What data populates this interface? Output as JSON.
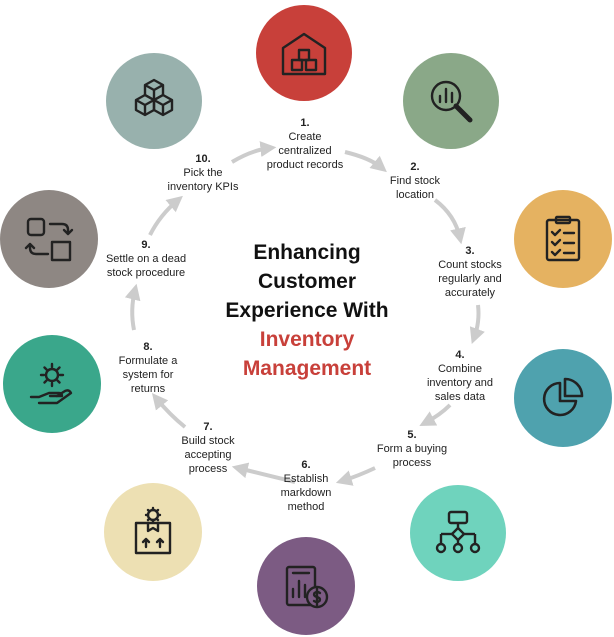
{
  "title": {
    "line1": "Enhancing",
    "line2": "Customer",
    "line3": "Experience With",
    "accent1": "Inventory",
    "accent2": "Management"
  },
  "steps": [
    {
      "num": "1.",
      "line1": "Create",
      "line2": "centralized",
      "line3": "product records"
    },
    {
      "num": "2.",
      "line1": "Find stock",
      "line2": "location"
    },
    {
      "num": "3.",
      "line1": "Count stocks",
      "line2": "regularly and",
      "line3": "accurately"
    },
    {
      "num": "4.",
      "line1": "Combine",
      "line2": "inventory and",
      "line3": "sales data"
    },
    {
      "num": "5.",
      "line1": "Form a buying",
      "line2": "process"
    },
    {
      "num": "6.",
      "line1": "Establish",
      "line2": "markdown",
      "line3": "method"
    },
    {
      "num": "7.",
      "line1": "Build stock",
      "line2": "accepting",
      "line3": "process"
    },
    {
      "num": "8.",
      "line1": "Formulate a",
      "line2": "system for",
      "line3": "returns"
    },
    {
      "num": "9.",
      "line1": "Settle on a dead",
      "line2": "stock procedure"
    },
    {
      "num": "10.",
      "line1": "Pick the",
      "line2": "inventory KPIs"
    }
  ],
  "circles": [
    {
      "color": "#c8403a",
      "icon": "warehouse-icon"
    },
    {
      "color": "#8aa888",
      "icon": "magnifier-chart-icon"
    },
    {
      "color": "#e5b261",
      "icon": "clipboard-checklist-icon"
    },
    {
      "color": "#4fa2ae",
      "icon": "pie-chart-icon"
    },
    {
      "color": "#6fd3bd",
      "icon": "flowchart-icon"
    },
    {
      "color": "#7c5b83",
      "icon": "financial-report-icon"
    },
    {
      "color": "#ede0b3",
      "icon": "box-gear-icon"
    },
    {
      "color": "#3aa78b",
      "icon": "hand-gear-icon"
    },
    {
      "color": "#8e8783",
      "icon": "shapes-swap-icon"
    },
    {
      "color": "#98b1ad",
      "icon": "cubes-icon"
    }
  ]
}
